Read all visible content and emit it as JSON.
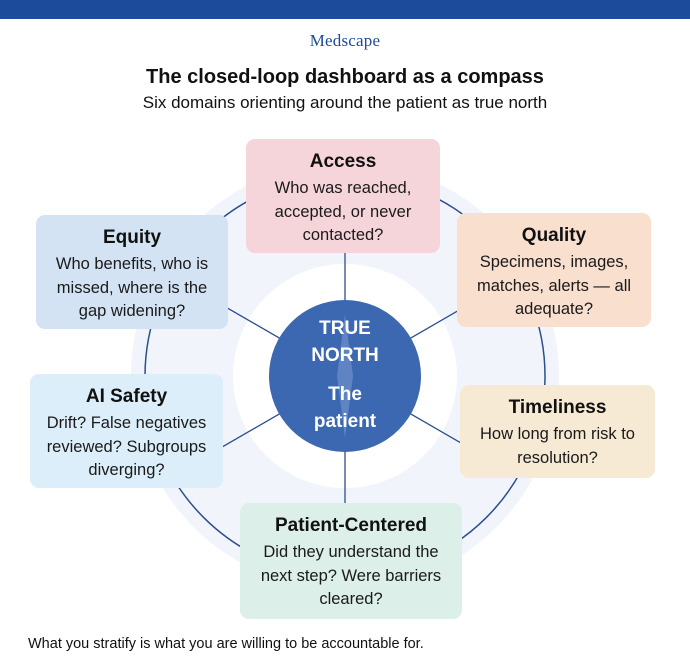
{
  "brand": "Medscape",
  "title": "The closed-loop dashboard as a compass",
  "subtitle": "Six domains orienting around the patient as true north",
  "center": {
    "north_label": "TRUE\nNORTH",
    "patient_label": "The\npatient"
  },
  "domains": [
    {
      "title": "Access",
      "body": "Who was reached, accepted, or never contacted?",
      "color": "#f6d5da"
    },
    {
      "title": "Quality",
      "body": "Specimens, images, matches, alerts — all adequate?",
      "color": "#f9dfce"
    },
    {
      "title": "Timeliness",
      "body": "How long from risk to resolution?",
      "color": "#f6ead4"
    },
    {
      "title": "Patient-Centered",
      "body": "Did they understand the next step? Were barriers cleared?",
      "color": "#dcefe8"
    },
    {
      "title": "AI Safety",
      "body": "Drift? False negatives reviewed? Subgroups diverging?",
      "color": "#dceef9"
    },
    {
      "title": "Equity",
      "body": "Who benefits, who is missed, where is the gap widening?",
      "color": "#d3e3f4"
    }
  ],
  "footer": "What you stratify is what you are willing to be accountable for.",
  "colors": {
    "brand_blue": "#1c4b9c",
    "center_fill": "#3c67b1",
    "ring": "#2a4f8f"
  }
}
